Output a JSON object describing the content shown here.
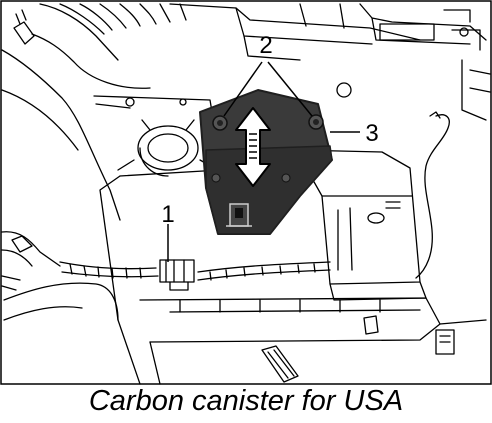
{
  "figure": {
    "callouts": {
      "one": "1",
      "two": "2",
      "three": "3"
    },
    "caption": "Carbon canister for USA",
    "colors": {
      "line": "#000000",
      "canister_fill": "#3a3a3a",
      "canister_edge": "#1f1f1f",
      "background": "#ffffff",
      "arrow_fill": "#ffffff"
    }
  }
}
